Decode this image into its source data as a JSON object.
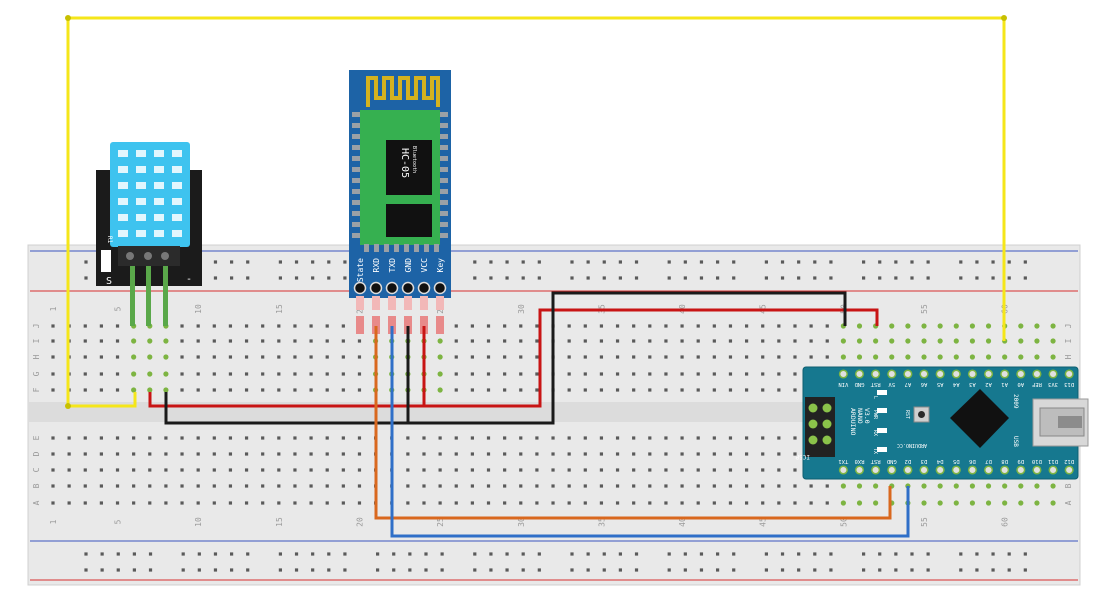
{
  "breadboard": {
    "column_numbers": [
      "1",
      "5",
      "10",
      "15",
      "20",
      "25",
      "30",
      "35",
      "40",
      "45",
      "50",
      "55",
      "60"
    ],
    "top_row_letters": [
      "J",
      "I",
      "H",
      "G",
      "F"
    ],
    "bottom_row_letters": [
      "E",
      "D",
      "C",
      "B",
      "A"
    ]
  },
  "dht11": {
    "pin_labels": [
      "S",
      "-"
    ],
    "side_label": "R1"
  },
  "hc05": {
    "chip_label": "HC-05",
    "chip_sublabel": "Bluetooth",
    "pin_labels": [
      "State",
      "RXD",
      "TXD",
      "GND",
      "VCC",
      "Key"
    ]
  },
  "nano": {
    "top_labels": [
      "VIN",
      "GND",
      "RST",
      "5V",
      "A7",
      "A6",
      "A5",
      "A4",
      "A3",
      "A2",
      "A1",
      "A0",
      "REF",
      "3V3",
      "D13"
    ],
    "bottom_labels": [
      "TX1",
      "RX0",
      "RST",
      "GND",
      "D2",
      "D3",
      "D4",
      "D5",
      "D6",
      "D7",
      "D8",
      "D9",
      "D10",
      "D11",
      "D12"
    ],
    "title_lines": [
      "ARDUINO",
      "NANO",
      "V3.0"
    ],
    "site_label": "ARDUINO.CC",
    "year_label": "2009",
    "usb_label": "USB",
    "icsp_label": "ICSP",
    "led_labels": [
      "L",
      "PWR",
      "RX",
      "TX"
    ],
    "rst_label": "RST"
  },
  "wire_colors": {
    "yellow": "#f5e619",
    "red": "#c81414",
    "black": "#1a1a1a",
    "orange": "#d9681e",
    "blue": "#2f6fc8",
    "green": "#7db442"
  }
}
